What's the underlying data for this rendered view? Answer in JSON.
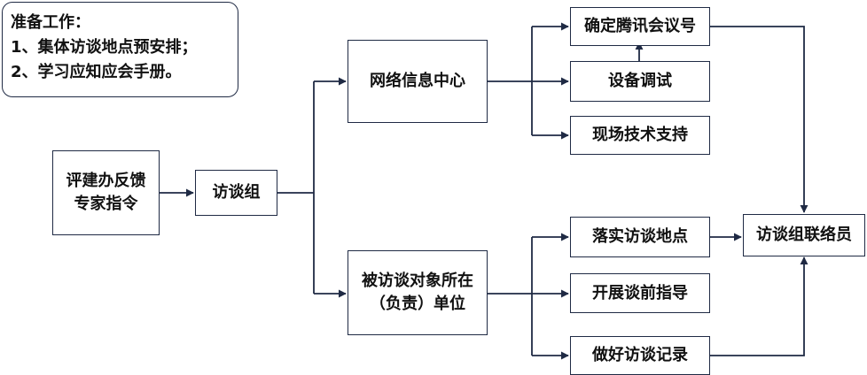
{
  "prep_note": {
    "title": "准备工作：",
    "items": [
      "1、集体访谈地点预安排；",
      "2、学习应知应会手册。"
    ]
  },
  "nodes": {
    "source": [
      "评建办反馈",
      "专家指令"
    ],
    "interview_group": "访谈组",
    "network_center": "网络信息中心",
    "unit": [
      "被访谈对象所在",
      "（负责）单位"
    ],
    "tencent_id": "确定腾讯会议号",
    "device_debug": "设备调试",
    "tech_support": "现场技术支持",
    "location": "落实访谈地点",
    "pre_guidance": "开展谈前指导",
    "record": "做好访谈记录",
    "liaison": "访谈组联络员"
  },
  "colors": {
    "line": "#1f2a44",
    "text": "#111111"
  }
}
